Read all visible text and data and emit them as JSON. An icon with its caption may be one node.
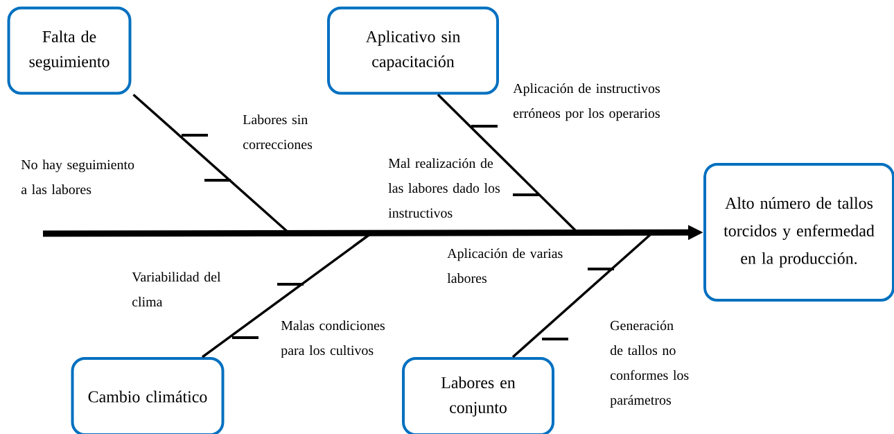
{
  "diagram": {
    "nodes": [
      {
        "text": [
          "Falta de seguimiento"
        ]
      },
      {
        "text": [
          "Aplicativo sin capacitación"
        ]
      },
      {
        "text": [
          "Alto número de tallos torcidos y enfermedad en la producción."
        ]
      },
      {
        "text": [
          "Cambio climático"
        ]
      },
      {
        "text": [
          "Labores en conjunto"
        ]
      }
    ],
    "edges": [
      {
        "from": null,
        "to": 2,
        "arrow": "to",
        "style": "thick"
      },
      {
        "from": 0,
        "to": null,
        "arrow": "none"
      },
      {
        "from": 1,
        "to": null,
        "arrow": "none"
      },
      {
        "from": 3,
        "to": null,
        "arrow": "none"
      },
      {
        "from": 4,
        "to": null,
        "arrow": "none"
      }
    ],
    "labels": [
      "Labores sin correcciones",
      "No hay seguimiento a las labores",
      "Aplicación de instructivos erróneos por los operarios",
      "Mal realización de las labores dado los instructivos",
      "Variabilidad del clima",
      "Malas condiciones para los cultivos",
      "Aplicación de varias labores",
      "Generación de tallos no conformes los parámetros"
    ]
  }
}
